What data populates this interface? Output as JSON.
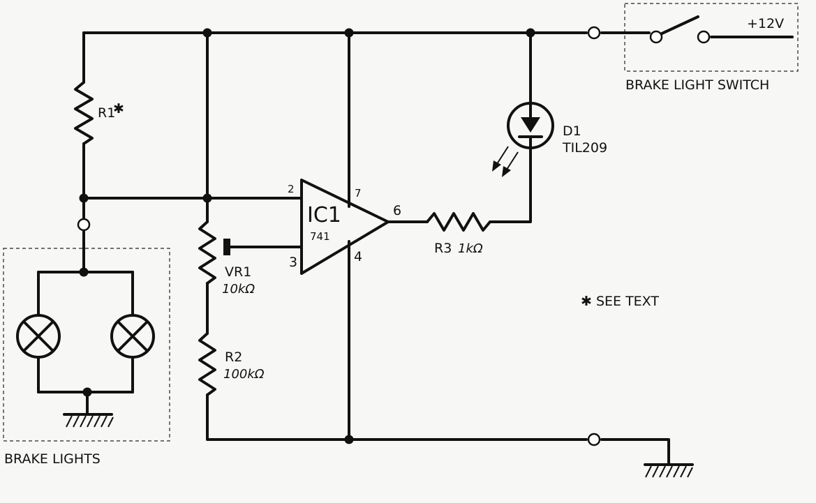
{
  "labels": {
    "ic": "IC1",
    "ic_part": "741",
    "pin_inv": "2",
    "pin_noninv": "3",
    "pin_vcc": "7",
    "pin_gnd": "4",
    "pin_out": "6",
    "r1": "R1",
    "r1_mark": "✱",
    "vr1": "VR1",
    "vr1_value": "10kΩ",
    "r2": "R2",
    "r2_value": "100kΩ",
    "r3": "R3",
    "r3_value": "1kΩ",
    "d1": "D1",
    "d1_part": "TIL209",
    "supply": "+12V",
    "switch_box": "BRAKE LIGHT SWITCH",
    "lights_box": "BRAKE LIGHTS",
    "note": "✱ SEE TEXT"
  }
}
